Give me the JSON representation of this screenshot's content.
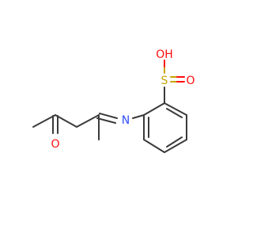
{
  "molecule": {
    "colors": {
      "bond": "#3a3a3a",
      "oxygen": "#ff0d0d",
      "nitrogen": "#3050f8",
      "sulfur": "#c8a400"
    },
    "atoms": {
      "ketone_o": "O",
      "imine_n": "N",
      "sulfonyl_s": "S",
      "sulfonyl_o_top": "O",
      "sulfonyl_o_right": "O",
      "hydroxyl": "OH"
    }
  }
}
